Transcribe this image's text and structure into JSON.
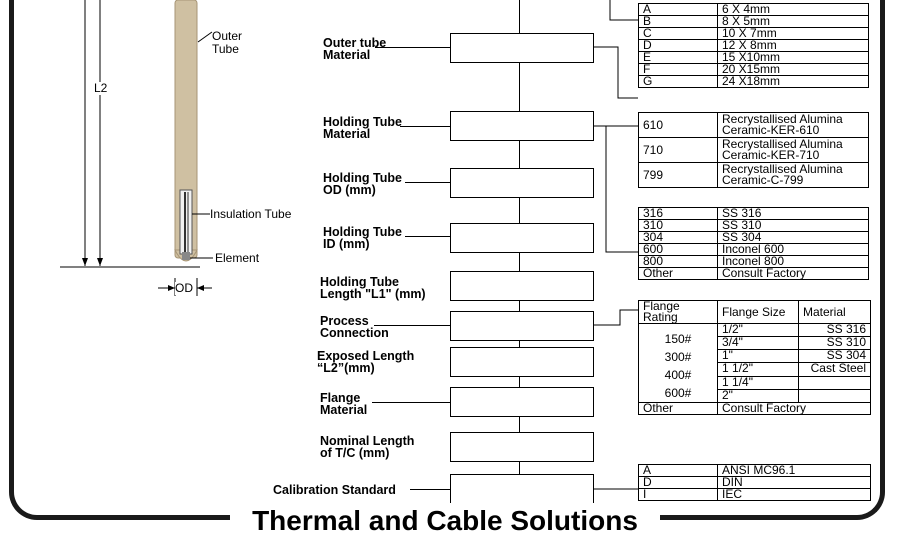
{
  "footer": {
    "title": "Thermal and Cable Solutions"
  },
  "diagram": {
    "labels": {
      "outer_tube": "Outer\nTube",
      "l2": "L2",
      "insulation_tube": "Insulation Tube",
      "element": "Element",
      "od": "OD"
    }
  },
  "fields": [
    {
      "label": "Outer tube\nMaterial"
    },
    {
      "label": "Holding Tube\nMaterial"
    },
    {
      "label": "Holding Tube\nOD (mm)"
    },
    {
      "label": "Holding Tube\nID (mm)"
    },
    {
      "label": "Holding Tube\nLength \"L1\" (mm)"
    },
    {
      "label": "Process\nConnection"
    },
    {
      "label": "Exposed Length\n“L2”(mm)"
    },
    {
      "label": "Flange\nMaterial"
    },
    {
      "label": "Nominal Length\nof T/C (mm)"
    },
    {
      "label": "Calibration Standard"
    }
  ],
  "tables": {
    "sizes": [
      [
        "A",
        "6 X 4mm"
      ],
      [
        "B",
        "8 X 5mm"
      ],
      [
        "C",
        "10 X 7mm"
      ],
      [
        "D",
        "12 X 8mm"
      ],
      [
        "E",
        "15 X10mm"
      ],
      [
        "F",
        "20 X15mm"
      ],
      [
        "G",
        "24 X18mm"
      ]
    ],
    "holding_material": [
      [
        "610",
        "Recrystallised Alumina\nCeramic-KER-610"
      ],
      [
        "710",
        "Recrystallised Alumina\nCeramic-KER-710"
      ],
      [
        "799",
        "Recrystallised Alumina\nCeramic-C-799"
      ]
    ],
    "metals": [
      [
        "316",
        "SS 316"
      ],
      [
        "310",
        "SS 310"
      ],
      [
        "304",
        "SS 304"
      ],
      [
        "600",
        "Inconel 600"
      ],
      [
        "800",
        "Inconel 800"
      ],
      [
        "Other",
        "Consult Factory"
      ]
    ],
    "flange": {
      "headers": [
        "Flange\nRating",
        "Flange Size",
        "Material"
      ],
      "ratings": [
        "150#",
        "300#",
        "400#",
        "600#"
      ],
      "sizes": [
        "1/2\"",
        "3/4\"",
        "1\"",
        "1 1/2\"",
        "1 1/4\"",
        "2\""
      ],
      "materials": [
        "SS 316",
        "SS 310",
        "SS 304",
        "Cast Steel"
      ],
      "other": [
        "Other",
        "Consult Factory"
      ]
    },
    "calibration": [
      [
        "A",
        "ANSI MC96.1"
      ],
      [
        "D",
        "DIN"
      ],
      [
        "I",
        "IEC"
      ]
    ]
  }
}
